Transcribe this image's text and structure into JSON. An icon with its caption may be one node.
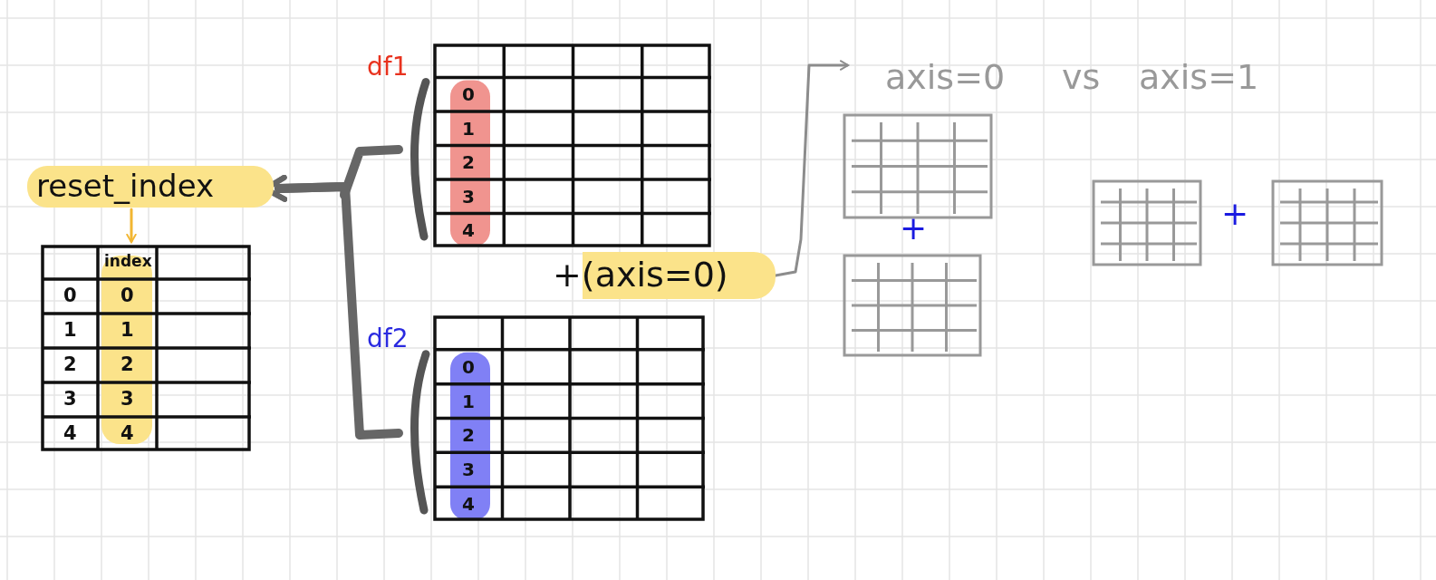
{
  "diagram": {
    "nodes": [
      {
        "text": [
          "reset_index"
        ]
      },
      {
        "text": [
          "index",
          "0",
          "0",
          "1",
          "1",
          "2",
          "2",
          "3",
          "3",
          "4",
          "4"
        ]
      },
      {
        "text": [
          "df1",
          "0",
          "1",
          "2",
          "3",
          "4"
        ]
      },
      {
        "text": [
          "df2",
          "0",
          "1",
          "2",
          "3",
          "4"
        ]
      },
      {
        "text": [
          "+(axis=0)"
        ]
      },
      {
        "text": [
          "axis=0"
        ]
      },
      {
        "text": [
          "axis=1"
        ]
      },
      {
        "text": [],
        "shape": "box"
      },
      {
        "text": [],
        "shape": "box"
      },
      {
        "text": [],
        "shape": "box"
      },
      {
        "text": [],
        "shape": "box"
      }
    ],
    "edges": [
      {
        "from": 2,
        "to": 0,
        "arrow": "to",
        "style": "thick"
      },
      {
        "from": 3,
        "to": 0,
        "arrow": "to",
        "style": "thick"
      },
      {
        "from": 0,
        "to": 1,
        "arrow": "to",
        "color": "#f2b632"
      },
      {
        "from": 4,
        "to": 5,
        "arrow": "to",
        "color": "#8c8c8c"
      }
    ],
    "labels": [
      "vs",
      "+",
      "+"
    ]
  }
}
